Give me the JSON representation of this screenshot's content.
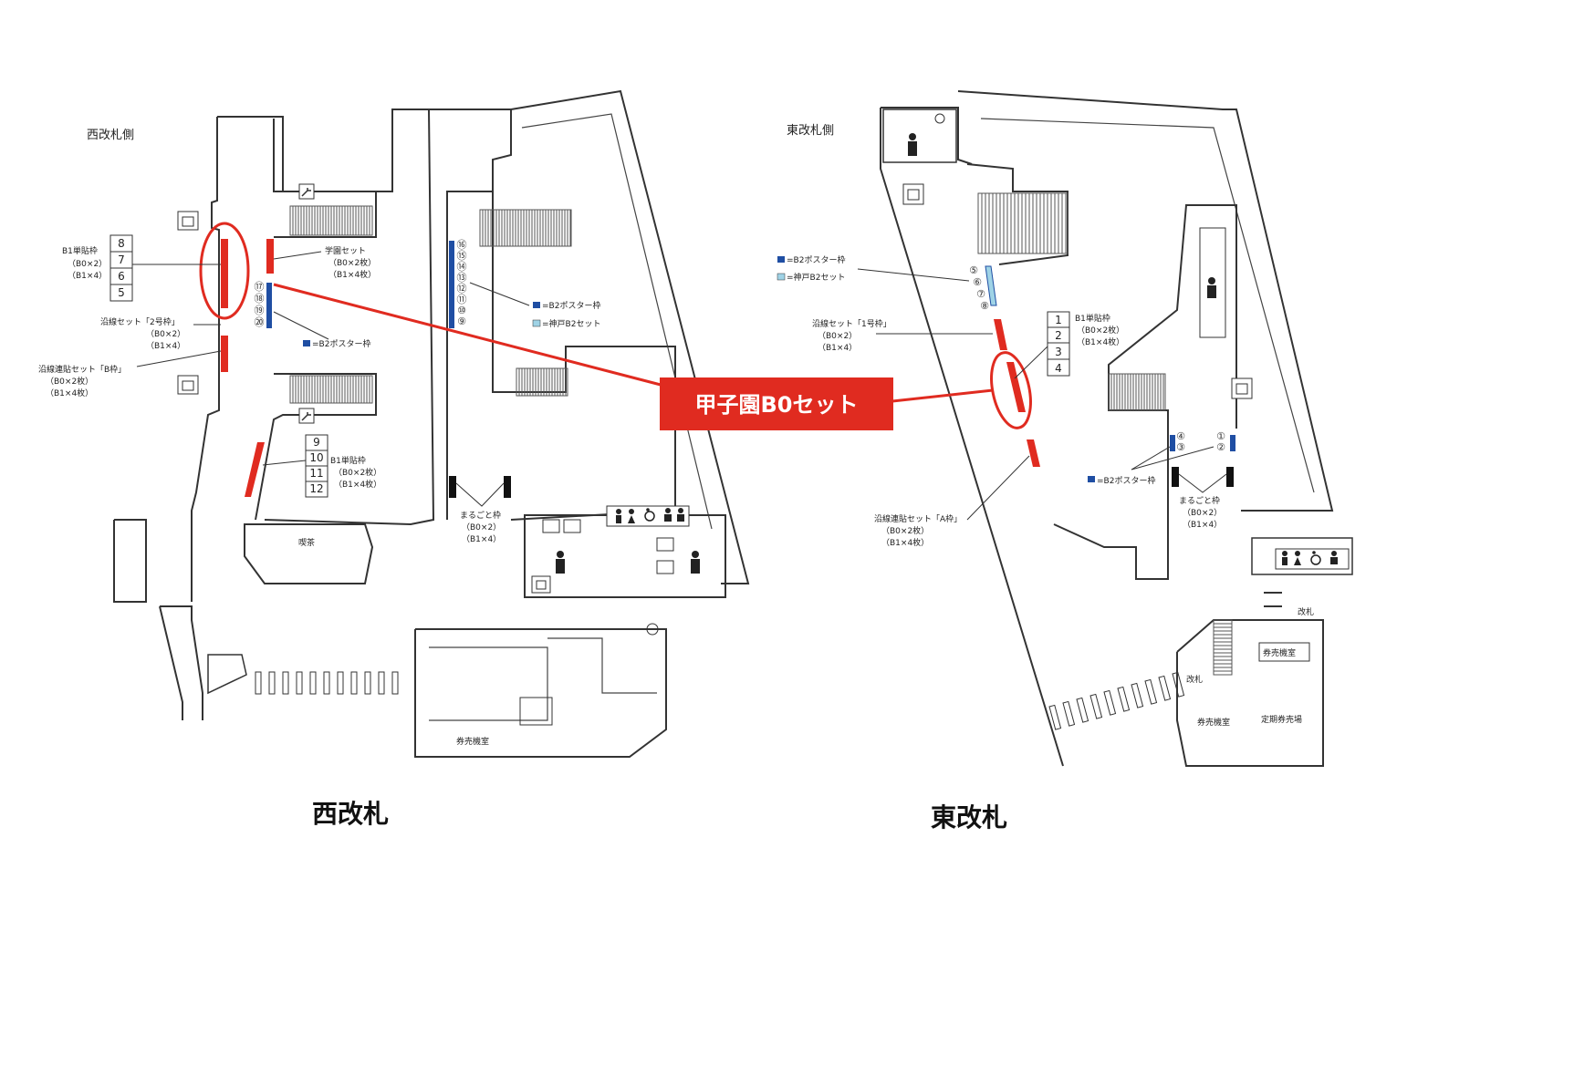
{
  "colors": {
    "accent": "#e02b20",
    "b2_poster": "#1f4ea3",
    "kobe_b2": "#9fd3e6",
    "wall": "#333333",
    "background": "#ffffff"
  },
  "callout": {
    "label": "甲子園B0セット"
  },
  "west": {
    "caption": "西改札",
    "side_label": "西改札側",
    "b1_single": {
      "title": "B1単貼枠",
      "line1": "（B0×2）",
      "line2": "（B1×4）"
    },
    "b1_boxes_top": [
      "8",
      "7",
      "6",
      "5"
    ],
    "gakuen_set": {
      "title": "学園セット",
      "line1": "（B0×2枚）",
      "line2": "（B1×4枚）"
    },
    "ensen_2go": {
      "title": "沿線セット「2号枠」",
      "line1": "（B0×2）",
      "line2": "（B1×4）"
    },
    "ensen_b": {
      "title": "沿線連貼セット「B枠」",
      "line1": "（B0×2枚）",
      "line2": "（B1×4枚）"
    },
    "b2_poster_label": "=B2ポスター枠",
    "kobe_b2_label": "=神戸B2セット",
    "circled_left": [
      "⑰",
      "⑱",
      "⑲",
      "⑳"
    ],
    "circled_right": [
      "⑯",
      "⑮",
      "⑭",
      "⑬",
      "⑫",
      "⑪",
      "⑩",
      "⑨"
    ],
    "b1_boxes_bottom": [
      "9",
      "10",
      "11",
      "12"
    ],
    "b1_single_bottom": {
      "title": "B1単貼枠",
      "line1": "（B0×2枚）",
      "line2": "（B1×4枚）"
    },
    "marugoto": {
      "title": "まるごと枠",
      "line1": "（B0×2）",
      "line2": "（B1×4）"
    },
    "shop_label": "喫茶",
    "ticket_room": "券売機室"
  },
  "east": {
    "caption": "東改札",
    "side_label": "東改札側",
    "b2_poster_label": "=B2ポスター枠",
    "kobe_b2_label": "=神戸B2セット",
    "circled_top": [
      "⑤",
      "⑥",
      "⑦",
      "⑧"
    ],
    "ensen_1go": {
      "title": "沿線セット「1号枠」",
      "line1": "（B0×2）",
      "line2": "（B1×4）"
    },
    "b1_boxes": [
      "1",
      "2",
      "3",
      "4"
    ],
    "b1_single": {
      "title": "B1単貼枠",
      "line1": "（B0×2枚）",
      "line2": "（B1×4枚）"
    },
    "circled_mid_left": [
      "④",
      "③"
    ],
    "circled_mid_right": [
      "①",
      "②"
    ],
    "b2_poster_label_2": "=B2ポスター枠",
    "marugoto": {
      "title": "まるごと枠",
      "line1": "（B0×2）",
      "line2": "（B1×4）"
    },
    "ensen_a": {
      "title": "沿線連貼セット「A枠」",
      "line1": "（B0×2枚）",
      "line2": "（B1×4枚）"
    },
    "gate_label": "改札",
    "gate_label_2": "改札",
    "ticket_room": "券売機室",
    "ticket_room_2": "券売機室",
    "teiki_label": "定期券売場"
  }
}
